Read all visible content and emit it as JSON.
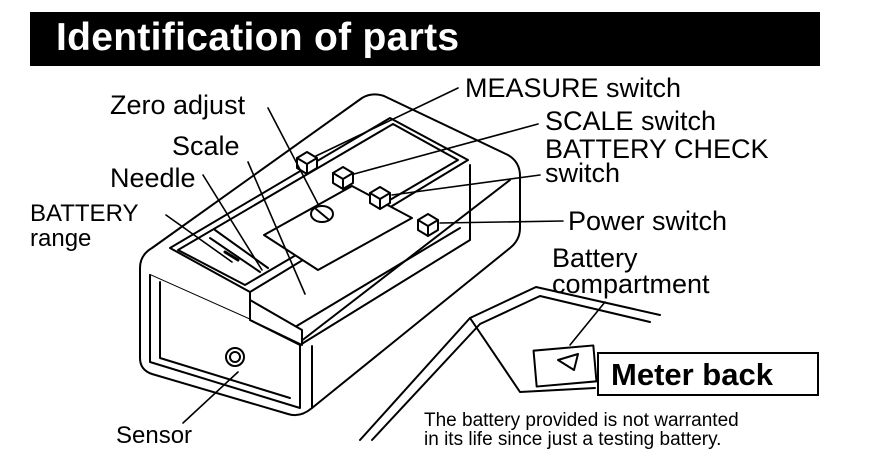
{
  "header": {
    "title": "Identification of parts"
  },
  "labels": {
    "zero_adjust": "Zero adjust",
    "scale": "Scale",
    "needle": "Needle",
    "battery_range_line1": "BATTERY",
    "battery_range_line2": "range",
    "sensor": "Sensor",
    "measure_switch": "MEASURE switch",
    "scale_switch": "SCALE switch",
    "battery_check_line1": "BATTERY CHECK",
    "battery_check_line2": "switch",
    "power_switch": "Power switch",
    "battery_compartment_line1": "Battery",
    "battery_compartment_line2": "compartment"
  },
  "meter_back": {
    "label": "Meter back"
  },
  "note": {
    "line1": "The battery provided is not warranted",
    "line2": "in its life since just a testing battery."
  }
}
